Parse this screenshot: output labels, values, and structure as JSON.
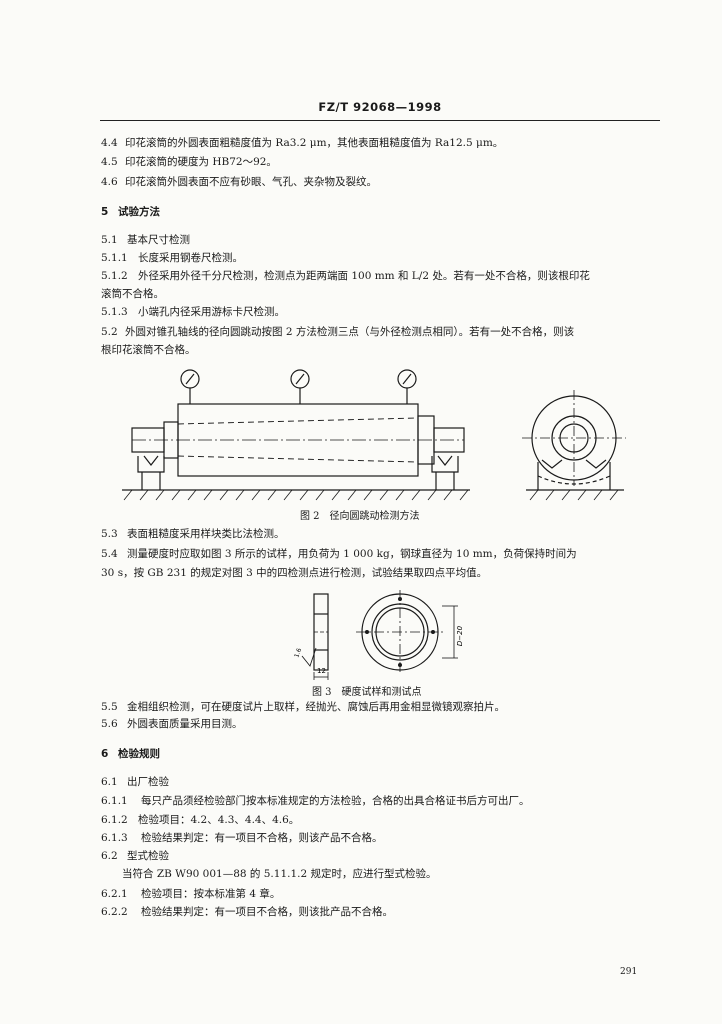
{
  "header": "FZ/T 92068—1998",
  "lines": [
    {
      "num": "4.4",
      "text": "印花滚筒的外圆表面粗糙度值为 Ra3.2 μm，其他表面粗糙度值为 Ra12.5 μm。"
    },
    {
      "num": "4.5",
      "text": "印花滚筒的硬度为 HB72～92。"
    },
    {
      "num": "4.6",
      "text": "印花滚筒外圆表面不应有砂眼、气孔、夹杂物及裂纹。"
    },
    {
      "num": "5",
      "text": "试验方法"
    },
    {
      "num": "5.1",
      "text": "基本尺寸检测"
    },
    {
      "num": "5.1.1",
      "text": "长度采用钢卷尺检测。"
    },
    {
      "num": "5.1.2",
      "text": "外径采用外径千分尺检测，检测点为距两端面 100 mm 和 L/2 处。若有一处不合格，则该根印花"
    },
    {
      "num": "",
      "text": "滚筒不合格。"
    },
    {
      "num": "5.1.3",
      "text": "小端孔内径采用游标卡尺检测。"
    },
    {
      "num": "5.2",
      "text": "外圆对锥孔轴线的径向圆跳动按图 2 方法检测三点（与外径检测点相同）。若有一处不合格，则该"
    },
    {
      "num": "",
      "text": "根印花滚筒不合格。"
    },
    {
      "num": "5.3",
      "text": "表面粗糙度采用样块类比法检测。"
    },
    {
      "num": "5.4",
      "text": "测量硬度时应取如图 3 所示的试样，用负荷为 1 000 kg，钢球直径为 10 mm，负荷保持时间为"
    },
    {
      "num": "",
      "text": "30 s，按 GB 231 的规定对图 3 中的四检测点进行检测，试验结果取四点平均值。"
    },
    {
      "num": "5.5",
      "text": "金相组织检测，可在硬度试片上取样，经抛光、腐蚀后再用金相显微镜观察拍片。"
    },
    {
      "num": "5.6",
      "text": "外圆表面质量采用目测。"
    },
    {
      "num": "6",
      "text": "检验规则"
    },
    {
      "num": "6.1",
      "text": "出厂检验"
    },
    {
      "num": "6.1.1",
      "text": "每只产品须经检验部门按本标准规定的方法检验，合格的出具合格证书后方可出厂。"
    },
    {
      "num": "6.1.2",
      "text": "检验项目：4.2、4.3、4.4、4.6。"
    },
    {
      "num": "6.1.3",
      "text": "检验结果判定：有一项目不合格，则该产品不合格。"
    },
    {
      "num": "6.2",
      "text": "型式检验"
    },
    {
      "num": "",
      "text": "当符合 ZB W90 001—88 的 5.11.1.2 规定时，应进行型式检验。"
    },
    {
      "num": "6.2.1",
      "text": "检验项目：按本标准第 4 章。"
    },
    {
      "num": "6.2.2",
      "text": "检验结果判定：有一项目不合格，则该批产品不合格。"
    }
  ],
  "figure2": {
    "caption": "图 2　径向圆跳动检测方法"
  },
  "figure3": {
    "caption": "图 3　硬度试样和测试点",
    "dim_d": "D−20",
    "dim_w": "12",
    "dim_r": "1.6"
  },
  "page_number": "291"
}
